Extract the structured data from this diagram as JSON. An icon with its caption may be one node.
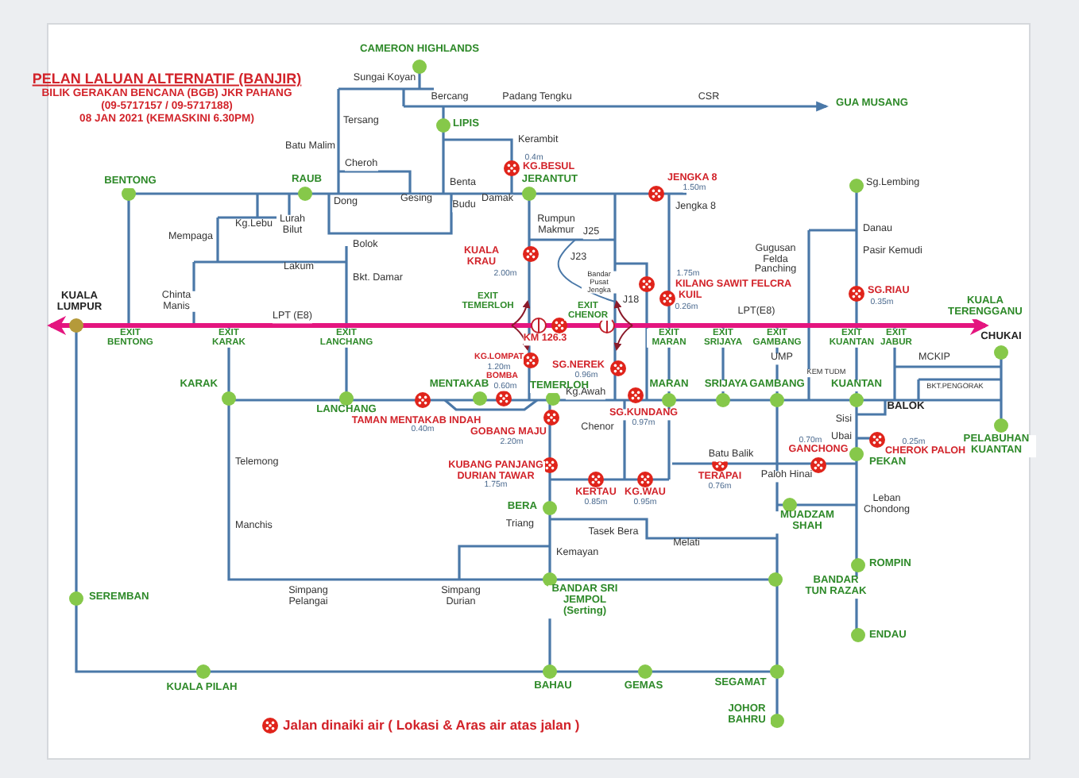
{
  "diagram": {
    "title": "PELAN LALUAN ALTERNATIF (BANJIR)",
    "labels": [
      "BILIK GERAKAN BENCANA (BGB) JKR PAHANG",
      "(09-5717157 / 09-5717188)",
      "08 JAN 2021 (KEMASKINI 6.30PM)",
      "CAMERON HIGHLANDS",
      "Sungai Koyan",
      "Bercang",
      "Padang Tengku",
      "CSR",
      "GUA MUSANG",
      "Tersang",
      "LIPIS",
      "Batu Malim",
      "Kerambit",
      "0.4m",
      "KG.BESUL",
      "Cheroh",
      "BENTONG",
      "RAUB",
      "Benta",
      "JERANTUT",
      "JENGKA 8",
      "1.50m",
      "Dong",
      "Gesing",
      "Damak",
      "Budu",
      "Jengka 8",
      "Sg.Lembing",
      "Kg.Lebu",
      "Lurah Bilut",
      "Rumpun Makmur",
      "Danau",
      "J25",
      "Mempaga",
      "Bolok",
      "KUALA KRAU",
      "Gugusan Felda Panching",
      "Pasir Kemudi",
      "J23",
      "Lakum",
      "2.00m",
      "1.75m",
      "Bkt. Damar",
      "Bandar Pusat Jengka",
      "KILANG SAWIT FELCRA",
      "SG.RIAU",
      "KUIL",
      "J18",
      "KUALA LUMPUR",
      "Chinta Manis",
      "EXIT TEMERLOH",
      "0.35m",
      "KUALA TERENGGANU",
      "0.26m",
      "LPT(E8)",
      "EXIT CHENOR",
      "LPT (E8)",
      "EXIT BENTONG",
      "EXIT KARAK",
      "EXIT LANCHANG",
      "EXIT MARAN",
      "EXIT SRIJAYA",
      "EXIT GAMBANG",
      "EXIT KUANTAN",
      "EXIT JABUR",
      "KM 126.3",
      "CHUKAI",
      "KG.LOMPAT",
      "UMP",
      "MCKIP",
      "1.20m",
      "SG.NEREK",
      "KEM TUDM",
      "BOMBA",
      "0.96m",
      "KARAK",
      "MENTAKAB",
      "0.60m",
      "TEMERLOH",
      "MARAN",
      "SRIJAYA",
      "GAMBANG",
      "KUANTAN",
      "BKT.PENGORAK",
      "LANCHANG",
      "Kg.Awah",
      "BALOK",
      "SG.KUNDANG",
      "TAMAN MENTAKAB INDAH",
      "0.97m",
      "Sisi",
      "0.40m",
      "Chenor",
      "GOBANG MAJU",
      "2.20m",
      "0.70m",
      "Ubai",
      "0.25m",
      "PELABUHAN KUANTAN",
      "GANCHONG",
      "CHEROK PALOH",
      "Batu Balik",
      "PEKAN",
      "Telemong",
      "KUBANG PANJANG DURIAN TAWAR",
      "1.75m",
      "TERAPAI",
      "0.76m",
      "Paloh Hinai",
      "KERTAU",
      "KG.WAU",
      "Leban Chondong",
      "0.85m",
      "0.95m",
      "BERA",
      "MUADZAM SHAH",
      "Triang",
      "Tasek Bera",
      "Manchis",
      "Melati",
      "Kemayan",
      "ROMPIN",
      "BANDAR TUN RAZAK",
      "Simpang Pelangai",
      "Simpang Durian",
      "SEREMBAN",
      "BANDAR SRI JEMPOL (Serting)",
      "ENDAU",
      "KUALA PILAH",
      "BAHAU",
      "GEMAS",
      "SEGAMAT",
      "JOHOR BAHRU"
    ],
    "legend": [
      {
        "text": "Jalan dinaiki air ( Lokasi & Aras air atas jalan )"
      }
    ]
  }
}
